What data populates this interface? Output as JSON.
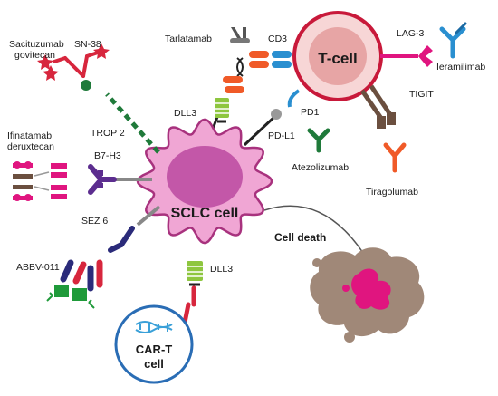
{
  "nodes": {
    "sclc_cell": "SCLC cell",
    "t_cell": "T-cell",
    "car_t": [
      "CAR-T",
      "cell"
    ],
    "cell_death": "Cell death"
  },
  "targets": {
    "cd3": "CD3",
    "dll3_top": "DLL3",
    "dll3_bottom": "DLL3",
    "trop2": "TROP 2",
    "b7h3": "B7-H3",
    "sez6": "SEZ 6",
    "pd1": "PD1",
    "pdl1": "PD-L1",
    "lag3": "LAG-3",
    "tigit": "TIGIT"
  },
  "drugs": {
    "sacituzumab": [
      "Sacituzumab",
      "govitecan"
    ],
    "sn38": "SN-38",
    "tarlatamab": "Tarlatamab",
    "ifinatamab": [
      "Ifinatamab",
      "deruxtecan"
    ],
    "abbv011": "ABBV-011",
    "atezolizumab": "Atezolizumab",
    "tiragolumab": "Tiragolumab",
    "ieramilimab": "Ieramilimab"
  },
  "colors": {
    "sclc_fill": "#f0a6d4",
    "sclc_edge": "#a8327e",
    "sclc_nucleus": "#c357a8",
    "tcell_fill": "#f7d6d6",
    "tcell_edge": "#c8193a",
    "tcell_nucleus": "#e7a5a5",
    "cart_edge": "#2a6db5",
    "dead_cell": "#a08878",
    "dead_nucleus": "#e0157f",
    "dll3_green": "#8ec63f",
    "trop2_green": "#1f7a3a",
    "b7h3_purple": "#5c2d8f",
    "sez6_navy": "#2b2b7a",
    "adc_red": "#d7263d",
    "magenta": "#e0157f",
    "cd3_blue": "#2a8fd0",
    "orange": "#f05a28",
    "tigit_brown": "#6b4f3f"
  }
}
